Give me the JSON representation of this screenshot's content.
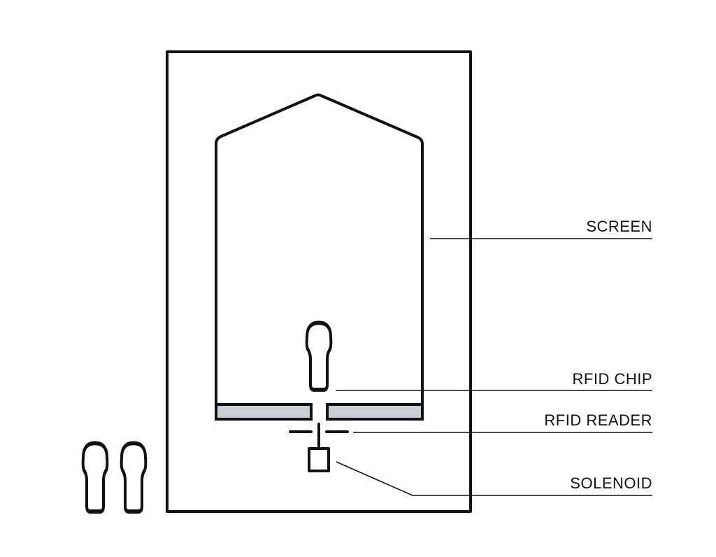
{
  "labels": {
    "screen": "SCREEN",
    "rfid_chip": "RFID CHIP",
    "rfid_reader": "RFID READER",
    "solenoid": "SOLENOID"
  },
  "colors": {
    "stroke": "#111111",
    "shelf_fill": "#c9cfd4",
    "background": "#ffffff"
  },
  "icons": {
    "figure": "person-figurine-icon"
  }
}
